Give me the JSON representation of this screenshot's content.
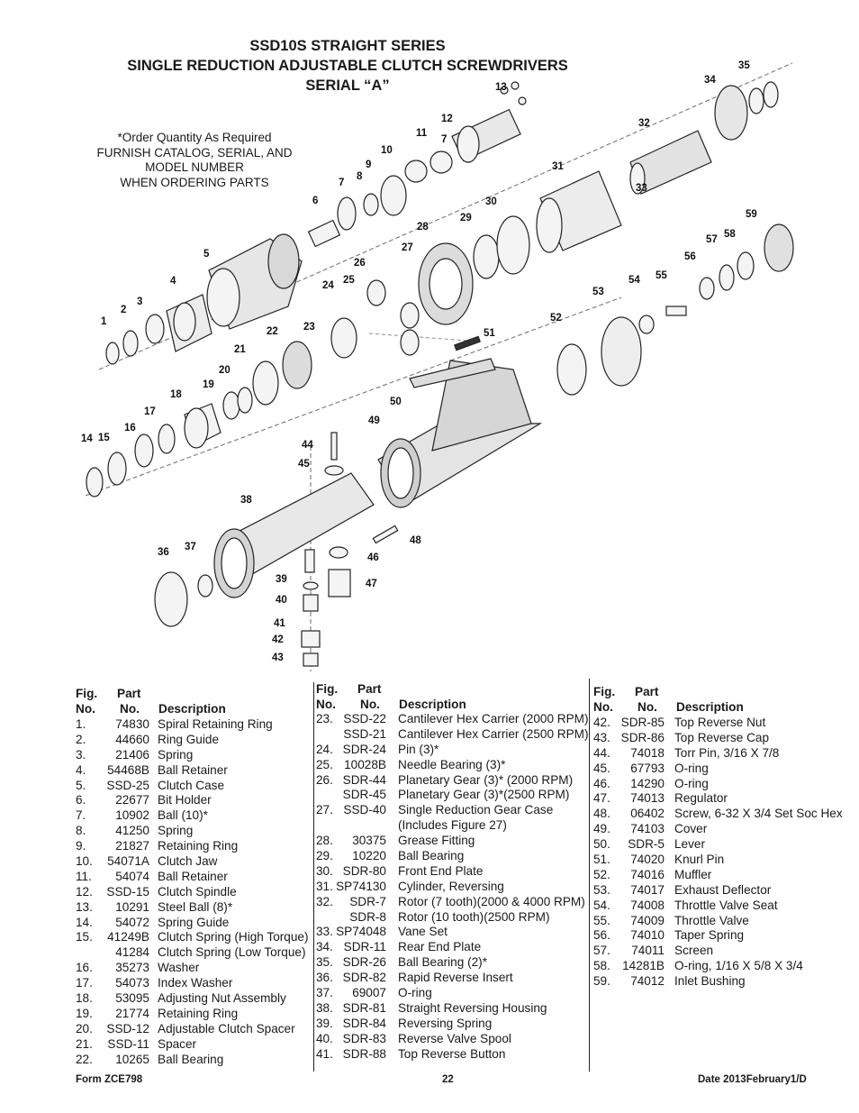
{
  "title": {
    "line1": "SSD10S STRAIGHT SERIES",
    "line2": "SINGLE REDUCTION ADJUSTABLE CLUTCH SCREWDRIVERS",
    "line3": "SERIAL “A”"
  },
  "note": {
    "line1": "*Order Quantity As Required",
    "line2": "FURNISH CATALOG, SERIAL, AND",
    "line3": "MODEL NUMBER",
    "line4": "WHEN ORDERING PARTS"
  },
  "headers": {
    "fig": "Fig.",
    "no1": "No.",
    "part": "Part",
    "no2": "No.",
    "desc": "Description"
  },
  "columns": [
    [
      {
        "fig": "1.",
        "part": "74830",
        "desc": "Spiral Retaining Ring"
      },
      {
        "fig": "2.",
        "part": "44660",
        "desc": "Ring Guide"
      },
      {
        "fig": "3.",
        "part": "21406",
        "desc": "Spring"
      },
      {
        "fig": "4.",
        "part": "54468B",
        "desc": "Ball Retainer"
      },
      {
        "fig": "5.",
        "part": "SSD-25",
        "desc": "Clutch Case"
      },
      {
        "fig": "6.",
        "part": "22677",
        "desc": "Bit Holder"
      },
      {
        "fig": "7.",
        "part": "10902",
        "desc": "Ball (10)*"
      },
      {
        "fig": "8.",
        "part": "41250",
        "desc": "Spring"
      },
      {
        "fig": "9.",
        "part": "21827",
        "desc": "Retaining Ring"
      },
      {
        "fig": "10.",
        "part": "54071A",
        "desc": "Clutch Jaw"
      },
      {
        "fig": "11.",
        "part": "54074",
        "desc": "Ball Retainer"
      },
      {
        "fig": "12.",
        "part": "SSD-15",
        "desc": "Clutch Spindle"
      },
      {
        "fig": "13.",
        "part": "10291",
        "desc": "Steel Ball (8)*"
      },
      {
        "fig": "14.",
        "part": "54072",
        "desc": "Spring Guide"
      },
      {
        "fig": "15.",
        "part": "41249B",
        "desc": "Clutch Spring (High Torque)"
      },
      {
        "fig": "",
        "part": "41284",
        "desc": "Clutch Spring (Low Torque)"
      },
      {
        "fig": "16.",
        "part": "35273",
        "desc": "Washer"
      },
      {
        "fig": "17.",
        "part": "54073",
        "desc": "Index Washer"
      },
      {
        "fig": "18.",
        "part": "53095",
        "desc": "Adjusting Nut Assembly"
      },
      {
        "fig": "19.",
        "part": "21774",
        "desc": "Retaining Ring"
      },
      {
        "fig": "20.",
        "part": "SSD-12",
        "desc": "Adjustable Clutch Spacer"
      },
      {
        "fig": "21.",
        "part": "SSD-11",
        "desc": "Spacer"
      },
      {
        "fig": "22.",
        "part": "10265",
        "desc": "Ball Bearing"
      }
    ],
    [
      {
        "fig": "23.",
        "part": "SSD-22",
        "desc": "Cantilever Hex Carrier (2000 RPM)"
      },
      {
        "fig": "",
        "part": "SSD-21",
        "desc": "Cantilever Hex Carrier (2500 RPM)"
      },
      {
        "fig": "24.",
        "part": "SDR-24",
        "desc": "Pin (3)*"
      },
      {
        "fig": "25.",
        "part": "10028B",
        "desc": "Needle Bearing (3)*"
      },
      {
        "fig": "26.",
        "part": "SDR-44",
        "desc": "Planetary Gear (3)* (2000 RPM)"
      },
      {
        "fig": "",
        "part": "SDR-45",
        "desc": "Planetary Gear (3)*(2500 RPM)"
      },
      {
        "fig": "27.",
        "part": "SSD-40",
        "desc": "Single Reduction Gear Case"
      },
      {
        "fig": "",
        "part": "",
        "desc": "(Includes Figure 27)"
      },
      {
        "fig": "28.",
        "part": "30375",
        "desc": "Grease Fitting"
      },
      {
        "fig": "29.",
        "part": "10220",
        "desc": "Ball Bearing"
      },
      {
        "fig": "30.",
        "part": "SDR-80",
        "desc": "Front End Plate"
      },
      {
        "fig": "31.",
        "part": "SP74130",
        "desc": "Cylinder, Reversing"
      },
      {
        "fig": "32.",
        "part": "SDR-7",
        "desc": "Rotor (7 tooth)(2000 & 4000 RPM)"
      },
      {
        "fig": "",
        "part": "SDR-8",
        "desc": "Rotor (10 tooth)(2500 RPM)"
      },
      {
        "fig": "33.",
        "part": "SP74048",
        "desc": "Vane Set"
      },
      {
        "fig": "34.",
        "part": "SDR-11",
        "desc": "Rear End Plate"
      },
      {
        "fig": "35.",
        "part": "SDR-26",
        "desc": "Ball Bearing (2)*"
      },
      {
        "fig": "36.",
        "part": "SDR-82",
        "desc": "Rapid Reverse Insert"
      },
      {
        "fig": "37.",
        "part": "69007",
        "desc": "O-ring"
      },
      {
        "fig": "38.",
        "part": "SDR-81",
        "desc": "Straight Reversing Housing"
      },
      {
        "fig": "39.",
        "part": "SDR-84",
        "desc": "Reversing Spring"
      },
      {
        "fig": "40.",
        "part": "SDR-83",
        "desc": "Reverse Valve Spool"
      },
      {
        "fig": "41.",
        "part": "SDR-88",
        "desc": "Top Reverse Button"
      }
    ],
    [
      {
        "fig": "42.",
        "part": "SDR-85",
        "desc": "Top Reverse Nut"
      },
      {
        "fig": "43.",
        "part": "SDR-86",
        "desc": "Top Reverse Cap"
      },
      {
        "fig": "44.",
        "part": "74018",
        "desc": "Torr Pin, 3/16 X 7/8"
      },
      {
        "fig": "45.",
        "part": "67793",
        "desc": "O-ring"
      },
      {
        "fig": "46.",
        "part": "14290",
        "desc": "O-ring"
      },
      {
        "fig": "47.",
        "part": "74013",
        "desc": "Regulator"
      },
      {
        "fig": "48.",
        "part": "06402",
        "desc": "Screw, 6-32 X 3/4 Set Soc Hex"
      },
      {
        "fig": "49.",
        "part": "74103",
        "desc": "Cover"
      },
      {
        "fig": "50.",
        "part": "SDR-5",
        "desc": "Lever"
      },
      {
        "fig": "51.",
        "part": "74020",
        "desc": "Knurl Pin"
      },
      {
        "fig": "52.",
        "part": "74016",
        "desc": "Muffler"
      },
      {
        "fig": "53.",
        "part": "74017",
        "desc": "Exhaust Deflector"
      },
      {
        "fig": "54.",
        "part": "74008",
        "desc": "Throttle Valve Seat"
      },
      {
        "fig": "55.",
        "part": "74009",
        "desc": "Throttle Valve"
      },
      {
        "fig": "56.",
        "part": "74010",
        "desc": "Taper Spring"
      },
      {
        "fig": "57.",
        "part": "74011",
        "desc": "Screen"
      },
      {
        "fig": "58.",
        "part": "14281B",
        "desc": "O-ring, 1/16 X 5/8 X 3/4"
      },
      {
        "fig": "59.",
        "part": "74012",
        "desc": "Inlet Bushing"
      }
    ]
  ],
  "callouts": [
    "1",
    "2",
    "3",
    "4",
    "5",
    "6",
    "7",
    "8",
    "9",
    "10",
    "11",
    "12",
    "13",
    "7",
    "14",
    "15",
    "16",
    "17",
    "18",
    "19",
    "20",
    "21",
    "22",
    "23",
    "24",
    "25",
    "26",
    "27",
    "28",
    "29",
    "30",
    "31",
    "32",
    "33",
    "34",
    "35",
    "36",
    "37",
    "38",
    "39",
    "40",
    "41",
    "42",
    "43",
    "44",
    "45",
    "46",
    "47",
    "48",
    "49",
    "50",
    "51",
    "52",
    "53",
    "54",
    "55",
    "56",
    "57",
    "58",
    "59"
  ],
  "footer": {
    "form": "Form ZCE798",
    "page": "22",
    "date": "Date 2013February1/D"
  }
}
